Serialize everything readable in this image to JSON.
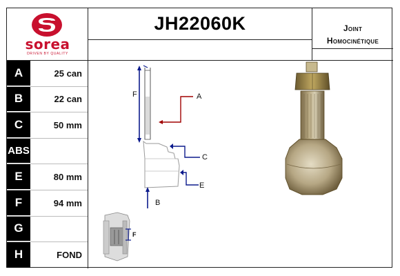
{
  "brand": {
    "name": "sorea",
    "tagline": "DRIVEN BY QUALITY",
    "color": "#c8102e"
  },
  "header": {
    "part_number": "JH22060K",
    "product_type_line1": "Joint",
    "product_type_line2": "Homocinétique"
  },
  "specs": [
    {
      "label": "A",
      "value": "25 can"
    },
    {
      "label": "B",
      "value": "22 can"
    },
    {
      "label": "C",
      "value": "50 mm"
    },
    {
      "label": "ABS",
      "value": ""
    },
    {
      "label": "E",
      "value": "80 mm"
    },
    {
      "label": "F",
      "value": "94 mm"
    },
    {
      "label": "G",
      "value": ""
    },
    {
      "label": "H",
      "value": "FOND"
    }
  ],
  "diagram": {
    "labels": {
      "A": "A",
      "B": "B",
      "C": "C",
      "E": "E",
      "F": "F",
      "F_small": "F"
    },
    "arrow_color": "#a00000",
    "pointer_color": "#0b1a8c"
  }
}
